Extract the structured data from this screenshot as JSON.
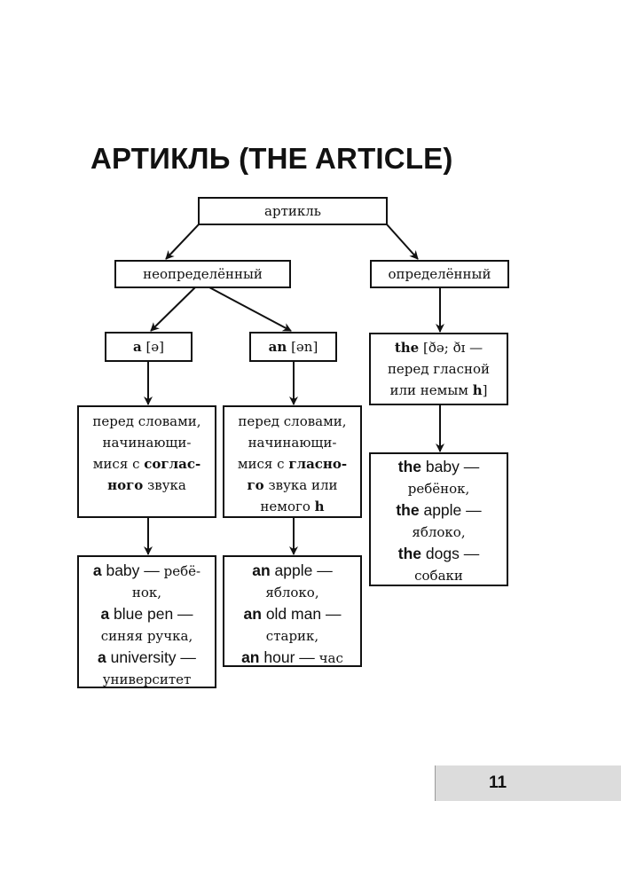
{
  "page": {
    "title": "АРТИКЛЬ (THE ARTICLE)",
    "page_number": "11"
  },
  "diagram": {
    "root": "артикль",
    "indefinite": {
      "label": "неопределённый",
      "a": {
        "form_word": "a",
        "form_ipa": "[ə]",
        "rule": {
          "l1": "перед словами,",
          "l2": "начинающи-",
          "l3_plain": "мися с ",
          "l3_bold": "соглас-",
          "l4_bold": "ного",
          "l4_plain": " звука"
        },
        "examples": [
          {
            "article": "a",
            "word": " baby",
            "tail": " — ",
            "tail_ru": "ребё-",
            "cont_ru": "нок,"
          },
          {
            "article": "a",
            "word": " blue pen",
            "tail": " —",
            "tail_ru": "",
            "cont_ru": "синяя ручка,"
          },
          {
            "article": "a",
            "word": " university",
            "tail": " —",
            "tail_ru": "",
            "cont_ru": "университет"
          }
        ]
      },
      "an": {
        "form_word": "an",
        "form_ipa": "[ən]",
        "rule": {
          "l1": "перед словами,",
          "l2": "начинающи-",
          "l3_plain": "мися с ",
          "l3_bold": "гласно-",
          "l4_bold": "го",
          "l4_plain": " звука или",
          "l5_plain": "немого ",
          "l5_bold": "h"
        },
        "examples": [
          {
            "article": "an",
            "word": " apple",
            "tail": " —",
            "tail_ru": "",
            "cont_ru": "яблоко,"
          },
          {
            "article": "an",
            "word": " old man",
            "tail": " —",
            "tail_ru": "",
            "cont_ru": "старик,"
          },
          {
            "article": "an",
            "word": " hour",
            "tail": " — ",
            "tail_ru": "час",
            "cont_ru": ""
          }
        ]
      }
    },
    "definite": {
      "label": "определённый",
      "the": {
        "form_word": "the",
        "l1_rest": " [ðə; ðɪ —",
        "l2": "перед гласной",
        "l3_plain": "или немым ",
        "l3_bold": "h",
        "l3_end": "]"
      },
      "examples": [
        {
          "article": "the",
          "word": " baby",
          "tail": " —",
          "cont_ru": "ребёнок,"
        },
        {
          "article": "the",
          "word": " apple",
          "tail": " —",
          "cont_ru": "яблоко,"
        },
        {
          "article": "the",
          "word": " dogs",
          "tail": " —",
          "cont_ru": "собаки"
        }
      ]
    }
  }
}
